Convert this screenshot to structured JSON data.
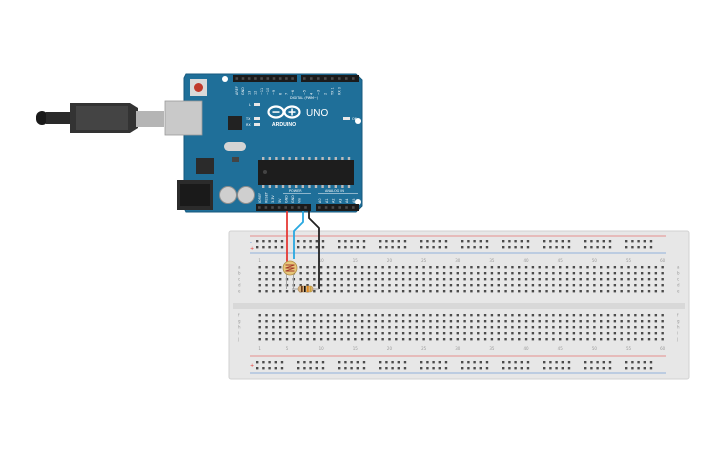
{
  "arduino": {
    "brand": "ARDUINO",
    "model": "UNO",
    "digital_label": "DIGITAL (PWM~)",
    "power_label": "POWER",
    "analog_label": "ANALOG IN",
    "on_label": "ON",
    "tx_label": "TX",
    "rx_label": "RX",
    "l_label": "L",
    "digital_pins": [
      "AREF",
      "GND",
      "13",
      "12",
      "~11",
      "~10",
      "~9",
      "8",
      "7",
      "~6",
      "~5",
      "4",
      "~3",
      "2",
      "TX 1",
      "RX 0"
    ],
    "power_pins": [
      "IOREF",
      "RESET",
      "3.3V",
      "5V",
      "GND",
      "GND",
      "Vin"
    ],
    "analog_pins": [
      "A0",
      "A1",
      "A2",
      "A3",
      "A4",
      "A5"
    ]
  },
  "breadboard": {
    "column_numbers": [
      "1",
      "5",
      "10",
      "15",
      "20",
      "25",
      "30",
      "35",
      "40",
      "45",
      "50",
      "55",
      "60"
    ],
    "row_letters_top": [
      "a",
      "b",
      "c",
      "d",
      "e"
    ],
    "row_letters_bottom": [
      "f",
      "g",
      "h",
      "i",
      "j"
    ],
    "rail_plus": "+",
    "rail_minus": "-"
  },
  "colors": {
    "board": "#1f6f99",
    "board_edge": "#175a7e",
    "breadboard": "#e7e7e7",
    "wire_red": "#e53935",
    "wire_blue": "#29a8e0",
    "wire_black": "#222222",
    "rail_red": "#e53935",
    "rail_blue": "#3f7fcf"
  },
  "components": {
    "photoresistor": "photoresistor",
    "resistor": "resistor",
    "usb_cable": "usb-cable"
  }
}
